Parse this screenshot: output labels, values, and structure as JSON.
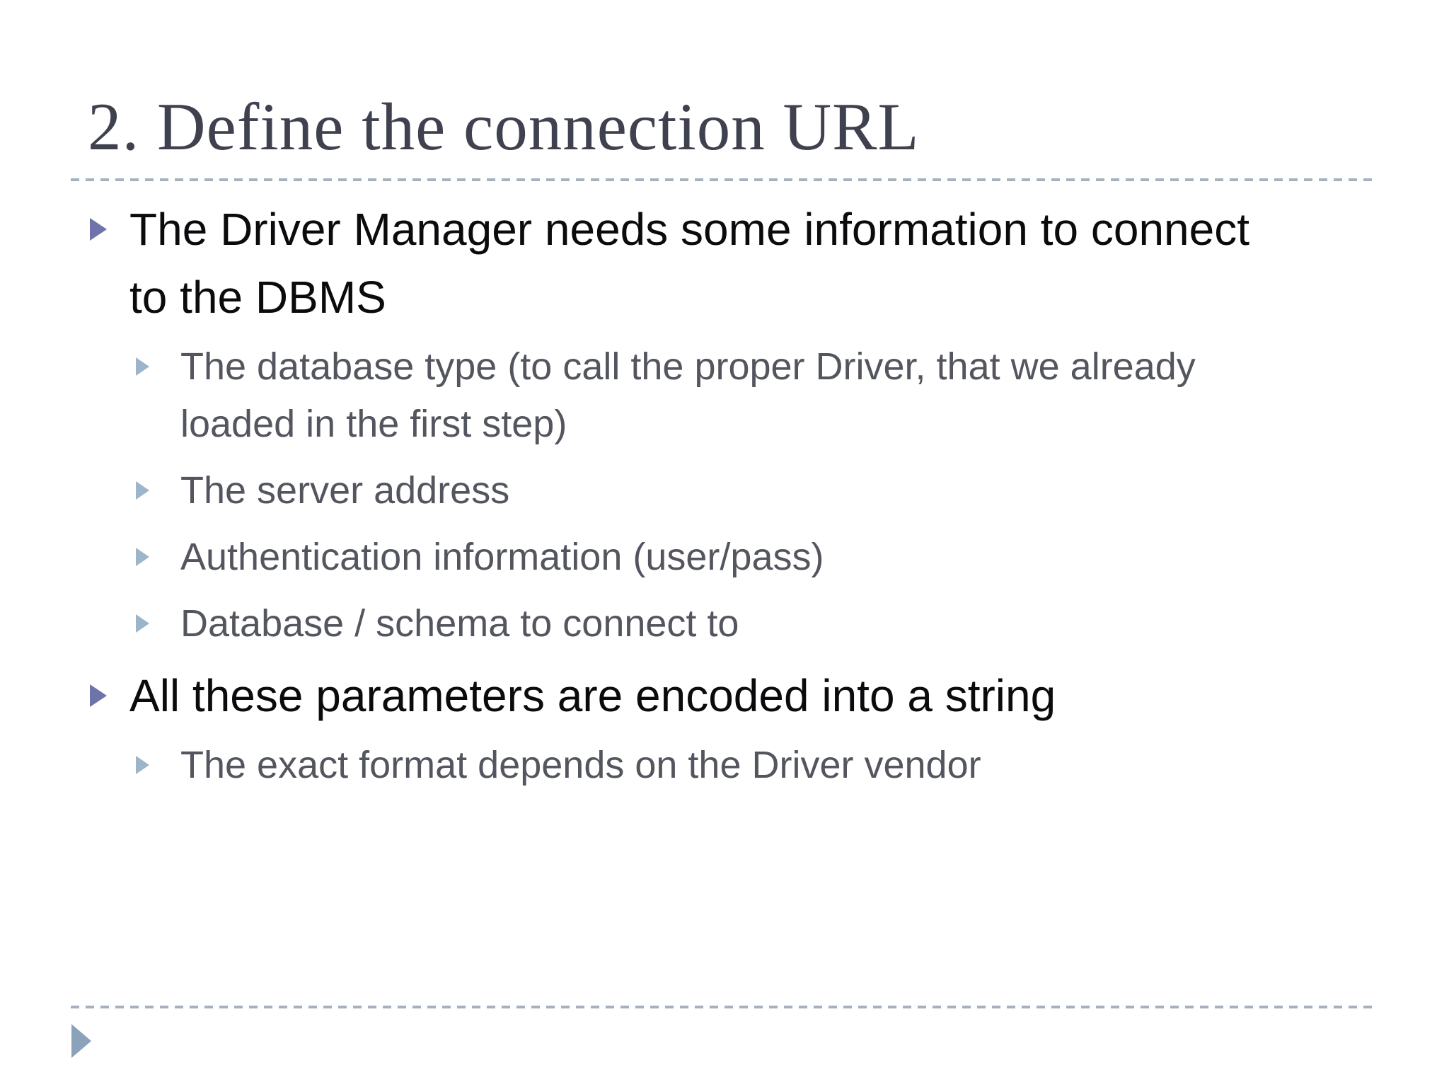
{
  "slide": {
    "title": "2. Define the connection URL",
    "bullets": [
      {
        "text": "The Driver Manager needs some information to connect to the DBMS",
        "children": [
          "The database type (to call the proper Driver, that we already loaded in the first step)",
          "The server address",
          "Authentication information (user/pass)",
          "Database / schema to connect to"
        ]
      },
      {
        "text": "All these parameters are encoded into a string",
        "children": [
          "The exact format depends on the Driver vendor"
        ]
      }
    ],
    "icons": {
      "bullet_level1": "triangle-right-icon",
      "bullet_level2": "triangle-right-icon",
      "footer": "triangle-right-icon"
    },
    "colors": {
      "background": "#ffffff",
      "title_text": "#3f424e",
      "body_text": "#0b0b0e",
      "sub_text": "#54565f",
      "bullet_level1": "#6e74a9",
      "bullet_level2": "#9db5cb",
      "divider_dashed": "#a6b1bf",
      "footer_arrow": "#8ba2bb"
    }
  }
}
